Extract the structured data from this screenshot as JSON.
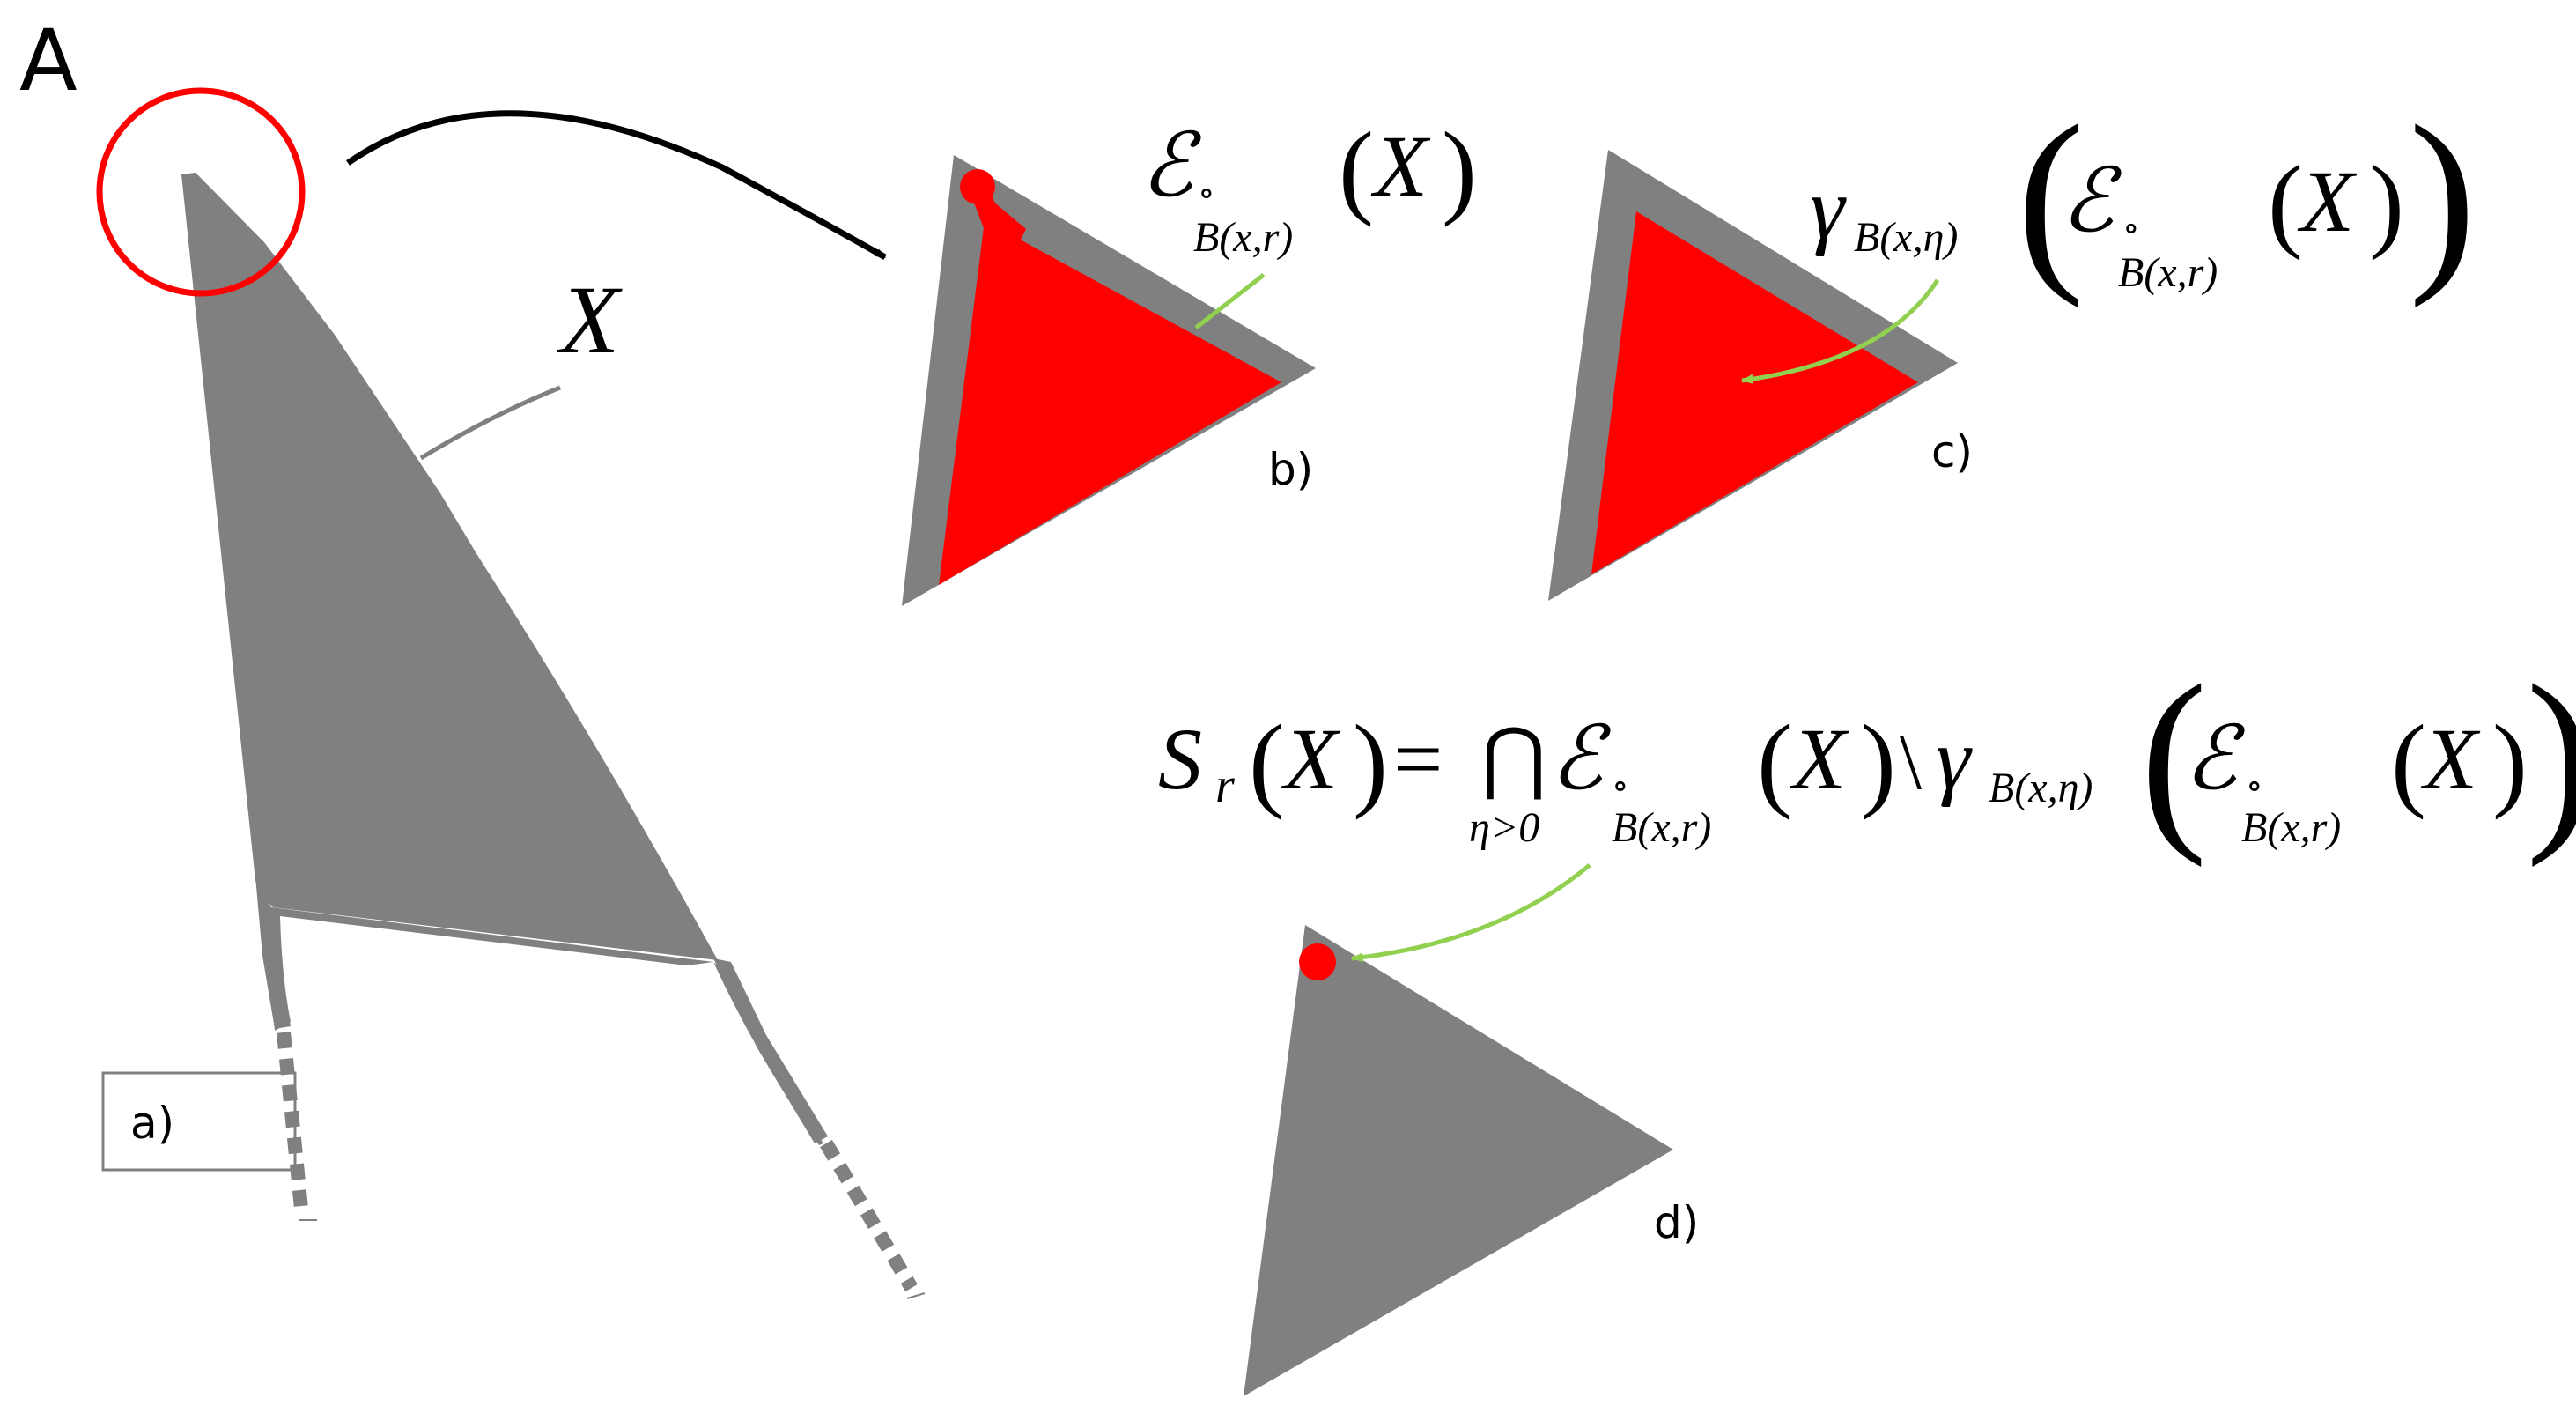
{
  "figure_label": "A",
  "panel_labels": {
    "a": "a)",
    "b": "b)",
    "c": "c)",
    "d": "d)"
  },
  "shape_label": "X",
  "math": {
    "script_e": "ℰ",
    "ring": "∘",
    "gamma": "γ",
    "sub_ball_r": "B(x,r)",
    "sub_ball_eta": "B(x,η)",
    "lparen": "(",
    "rparen": ")",
    "var_x": "X",
    "s": "S",
    "s_sub": "r",
    "equals": "=",
    "bigcap": "⋂",
    "cap_sub": "η>0",
    "setminus": "\\"
  },
  "colors": {
    "shape_gray": "#808080",
    "highlight_red": "#ff0000",
    "pointer_green": "#92d050",
    "arrow_black": "#000000",
    "leader_gray": "#808080",
    "box_border": "#808080"
  }
}
